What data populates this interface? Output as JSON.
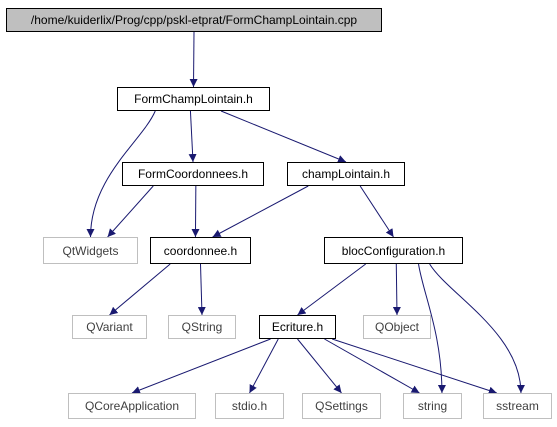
{
  "graph": {
    "colors": {
      "edge": "#191970",
      "root_fill": "#bfbfbf",
      "local_border": "#000000",
      "external_border": "#bfbfbf"
    },
    "nodes": {
      "root": "/home/kuiderlix/Prog/cpp/pskl-etprat/FormChampLointain.cpp",
      "formchamplointain_h": "FormChampLointain.h",
      "formcoordonnees_h": "FormCoordonnees.h",
      "champlointain_h": "champLointain.h",
      "qtwidgets": "QtWidgets",
      "coordonnee_h": "coordonnee.h",
      "blocconfiguration_h": "blocConfiguration.h",
      "qvariant": "QVariant",
      "qstring": "QString",
      "ecriture_h": "Ecriture.h",
      "qobject": "QObject",
      "qcoreapplication": "QCoreApplication",
      "stdio_h": "stdio.h",
      "qsettings": "QSettings",
      "string": "string",
      "sstream": "sstream"
    },
    "edges": [
      [
        "root",
        "formchamplointain_h"
      ],
      [
        "formchamplointain_h",
        "qtwidgets"
      ],
      [
        "formchamplointain_h",
        "formcoordonnees_h"
      ],
      [
        "formchamplointain_h",
        "champlointain_h"
      ],
      [
        "formcoordonnees_h",
        "qtwidgets"
      ],
      [
        "formcoordonnees_h",
        "coordonnee_h"
      ],
      [
        "champlointain_h",
        "coordonnee_h"
      ],
      [
        "champlointain_h",
        "blocconfiguration_h"
      ],
      [
        "coordonnee_h",
        "qvariant"
      ],
      [
        "coordonnee_h",
        "qstring"
      ],
      [
        "blocconfiguration_h",
        "ecriture_h"
      ],
      [
        "blocconfiguration_h",
        "qobject"
      ],
      [
        "blocconfiguration_h",
        "string"
      ],
      [
        "blocconfiguration_h",
        "sstream"
      ],
      [
        "ecriture_h",
        "qcoreapplication"
      ],
      [
        "ecriture_h",
        "stdio_h"
      ],
      [
        "ecriture_h",
        "qsettings"
      ],
      [
        "ecriture_h",
        "string"
      ],
      [
        "ecriture_h",
        "sstream"
      ]
    ]
  }
}
